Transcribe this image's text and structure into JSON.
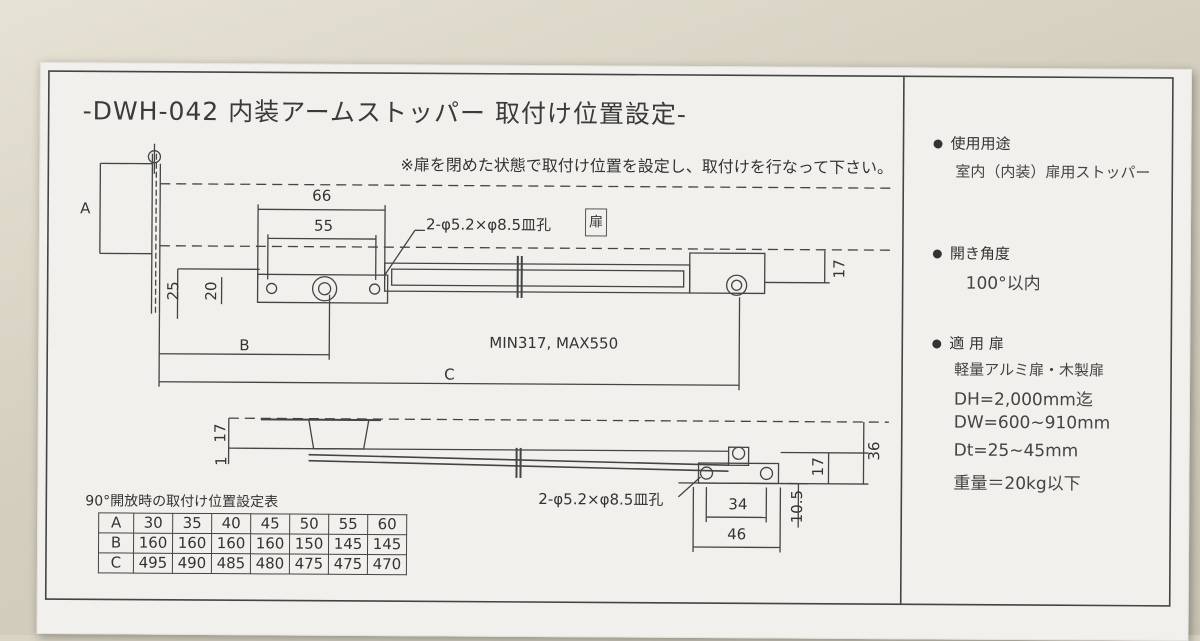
{
  "title": "-DWH-042 内装アームストッパー 取付け位置設定-",
  "note": "※扉を閉めた状態で取付け位置を設定し、取付けを行なって下さい。",
  "door_label": "扉",
  "top_drawing": {
    "dims": {
      "d66": "66",
      "d55": "55",
      "d25": "25",
      "d20": "20",
      "d17": "17",
      "A": "A",
      "B": "B",
      "C": "C"
    },
    "hole_spec": "2-φ5.2×φ8.5皿孔",
    "range_label": "MIN317, MAX550"
  },
  "bottom_drawing": {
    "dims": {
      "d17": "17",
      "d1": "1",
      "d36": "36",
      "d17r": "17",
      "d34": "34",
      "d46": "46",
      "d10_5": "10.5"
    },
    "hole_spec": "2-φ5.2×φ8.5皿孔"
  },
  "table": {
    "caption": "90°開放時の取付け位置設定表",
    "rows": [
      {
        "label": "A",
        "values": [
          "30",
          "35",
          "40",
          "45",
          "50",
          "55",
          "60"
        ]
      },
      {
        "label": "B",
        "values": [
          "160",
          "160",
          "160",
          "160",
          "150",
          "145",
          "145"
        ]
      },
      {
        "label": "C",
        "values": [
          "495",
          "490",
          "485",
          "480",
          "475",
          "475",
          "470"
        ]
      }
    ]
  },
  "specs": {
    "use_title": "使用用途",
    "use_value": "室内（内装）扉用ストッパー",
    "angle_title": "開き角度",
    "angle_value": "100°以内",
    "door_title": "適 用 扉",
    "door_type": "軽量アルミ扉・木製扉",
    "dh": "DH=2,000mm迄",
    "dw": "DW=600~910mm",
    "dt": "Dt=25~45mm",
    "weight": "重量＝20kg以下"
  }
}
